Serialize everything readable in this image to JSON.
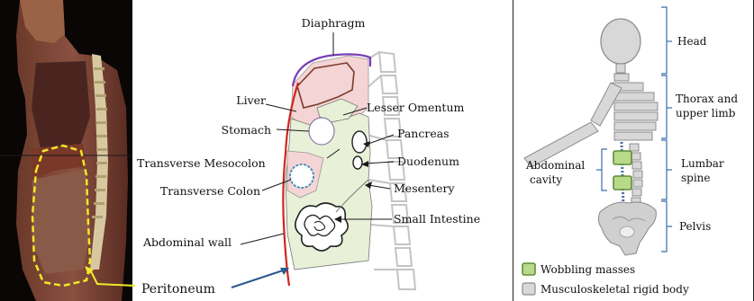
{
  "anatomy": {
    "labels": {
      "diaphragm": "Diaphragm",
      "liver": "Liver",
      "stomach": "Stomach",
      "transverse_mesocolon": "Transverse Mesocolon",
      "transverse_colon": "Transverse Colon",
      "abdominal_wall": "Abdominal wall",
      "lesser_omentum": "Lesser Omentum",
      "pancreas": "Pancreas",
      "duodenum": "Duodenum",
      "mesentery": "Mesentery",
      "small_intestine": "Small Intestine"
    },
    "peritoneum": "Peritoneum"
  },
  "model": {
    "labels": {
      "head": "Head",
      "thorax_line1": "Thorax and",
      "thorax_line2": "upper limb",
      "abdominal_line1": "Abdominal",
      "abdominal_line2": "cavity",
      "lumbar_line1": "Lumbar",
      "lumbar_line2": "spine",
      "pelvis": "Pelvis"
    },
    "legend": {
      "wobbling": "Wobbling masses",
      "rigid": "Musculoskeletal rigid body"
    }
  },
  "colors": {
    "diaphragm_line": "#7a3fb5",
    "peritoneum_line": "#d0261e",
    "liver_fill": "#f4d4d4",
    "abdomen_fill": "#e8f0d8",
    "outline_yellow": "#f2e829",
    "arrow_blue": "#2a5a8c",
    "wobbling_fill": "#b9d98a",
    "wobbling_stroke": "#5e8d36",
    "rigid_fill": "#d8d8d8",
    "rigid_stroke": "#8c8c8c",
    "bracket_blue": "#3b6ea8"
  }
}
